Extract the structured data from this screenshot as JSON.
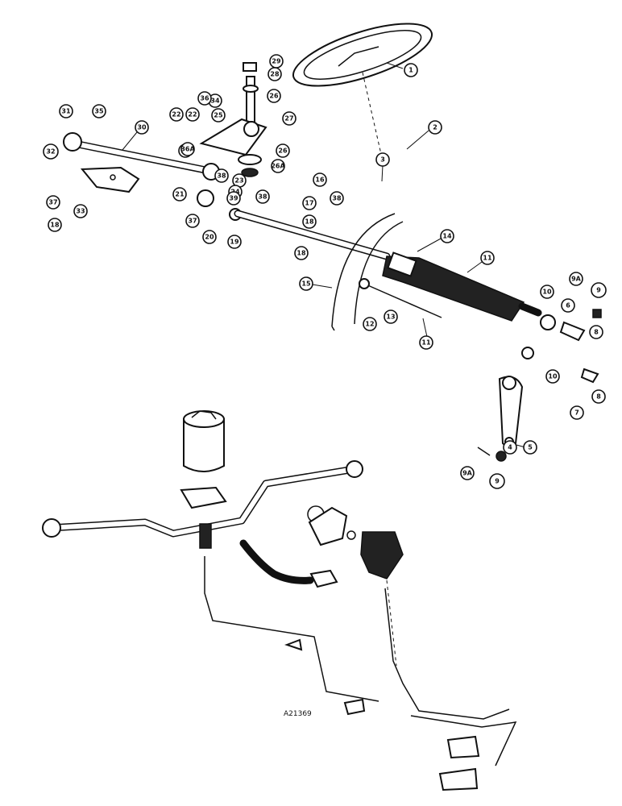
{
  "drawing_id": "A21369",
  "callouts": [
    "1",
    "2",
    "3",
    "4",
    "5",
    "6",
    "7",
    "8",
    "8",
    "9",
    "9",
    "9A",
    "9A",
    "10",
    "10",
    "11",
    "11",
    "12",
    "13",
    "14",
    "15",
    "16",
    "17",
    "18",
    "18",
    "18",
    "19",
    "20",
    "21",
    "22",
    "22",
    "22",
    "23",
    "24",
    "25",
    "26",
    "26",
    "26A",
    "27",
    "28",
    "29",
    "30",
    "31",
    "32",
    "33",
    "34",
    "35",
    "36",
    "36A",
    "37",
    "37",
    "38",
    "38",
    "38",
    "39"
  ]
}
